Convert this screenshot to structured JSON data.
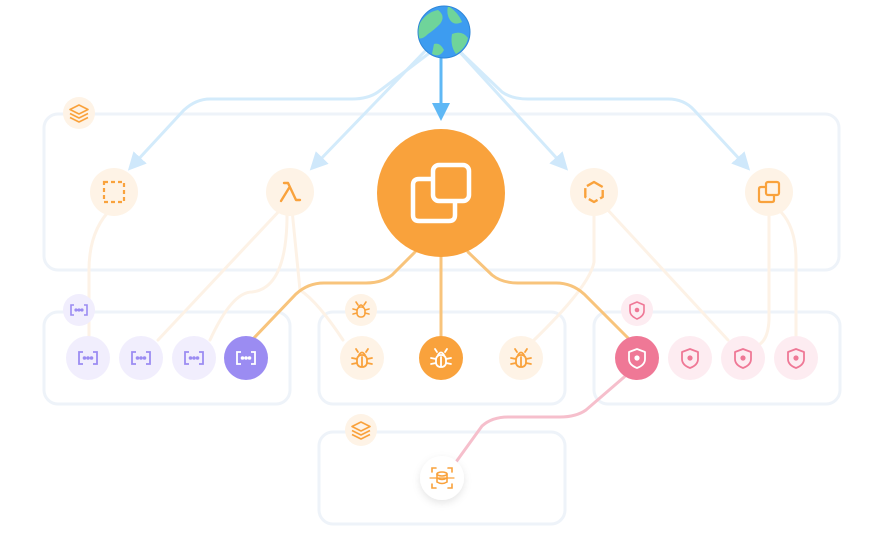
{
  "diagram": {
    "colors": {
      "orange": "#F9A23C",
      "orange_soft": "#FEF3E6",
      "purple": "#9B8CF2",
      "purple_soft": "#F1EEFD",
      "pink": "#EF7896",
      "pink_soft": "#FDECF1",
      "blue_arrow": "#5FB8F5",
      "blue_soft": "#D3EBFB",
      "group_border": "#EEF3F9",
      "globe_ocean": "#3D9CF0",
      "globe_land": "#6FD49A"
    },
    "nodes": {
      "internet": {
        "icon": "globe-icon"
      },
      "central": {
        "icon": "copy-icon",
        "color": "orange"
      },
      "top_layer": {
        "icon": "layers-icon"
      },
      "t1": {
        "icon": "dashed-square-icon"
      },
      "t2": {
        "icon": "lambda-icon"
      },
      "t3": {
        "icon": "hexagon-icon"
      },
      "t4": {
        "icon": "copy-icon"
      },
      "api_group": {
        "icon": "api-brackets-icon"
      },
      "a1": {
        "icon": "api-brackets-icon"
      },
      "a2": {
        "icon": "api-brackets-icon"
      },
      "a3": {
        "icon": "api-brackets-icon"
      },
      "a4": {
        "icon": "api-brackets-icon",
        "active": true
      },
      "bug_group": {
        "icon": "bug-icon"
      },
      "b1": {
        "icon": "bug-icon"
      },
      "b2": {
        "icon": "bug-icon",
        "active": true
      },
      "b3": {
        "icon": "bug-icon"
      },
      "shield_group": {
        "icon": "shield-virus-icon"
      },
      "s1": {
        "icon": "shield-virus-icon",
        "active": true
      },
      "s2": {
        "icon": "shield-virus-icon"
      },
      "s3": {
        "icon": "shield-virus-icon"
      },
      "s4": {
        "icon": "shield-virus-icon"
      },
      "data_layer": {
        "icon": "layers-icon"
      },
      "database": {
        "icon": "database-scan-icon"
      }
    },
    "edges": [
      {
        "from": "internet",
        "to": "central",
        "style": "blue-arrow"
      },
      {
        "from": "internet",
        "to": "t1",
        "style": "blue-soft-arrow"
      },
      {
        "from": "internet",
        "to": "t2",
        "style": "blue-soft-arrow"
      },
      {
        "from": "internet",
        "to": "t3",
        "style": "blue-soft-arrow"
      },
      {
        "from": "internet",
        "to": "t4",
        "style": "blue-soft-arrow"
      },
      {
        "from": "central",
        "to": "a4",
        "style": "orange"
      },
      {
        "from": "central",
        "to": "b2",
        "style": "orange"
      },
      {
        "from": "central",
        "to": "s1",
        "style": "orange"
      },
      {
        "from": "s1",
        "to": "database",
        "style": "pink"
      },
      {
        "from": "t1",
        "to": "a1",
        "style": "faint"
      },
      {
        "from": "t2",
        "to": "a2",
        "style": "faint"
      },
      {
        "from": "t2",
        "to": "a3",
        "style": "faint"
      },
      {
        "from": "t2",
        "to": "b1",
        "style": "faint"
      },
      {
        "from": "t3",
        "to": "b3",
        "style": "faint"
      },
      {
        "from": "t3",
        "to": "s3",
        "style": "faint"
      },
      {
        "from": "t4",
        "to": "s3",
        "style": "faint"
      },
      {
        "from": "t4",
        "to": "s4",
        "style": "faint"
      }
    ]
  }
}
